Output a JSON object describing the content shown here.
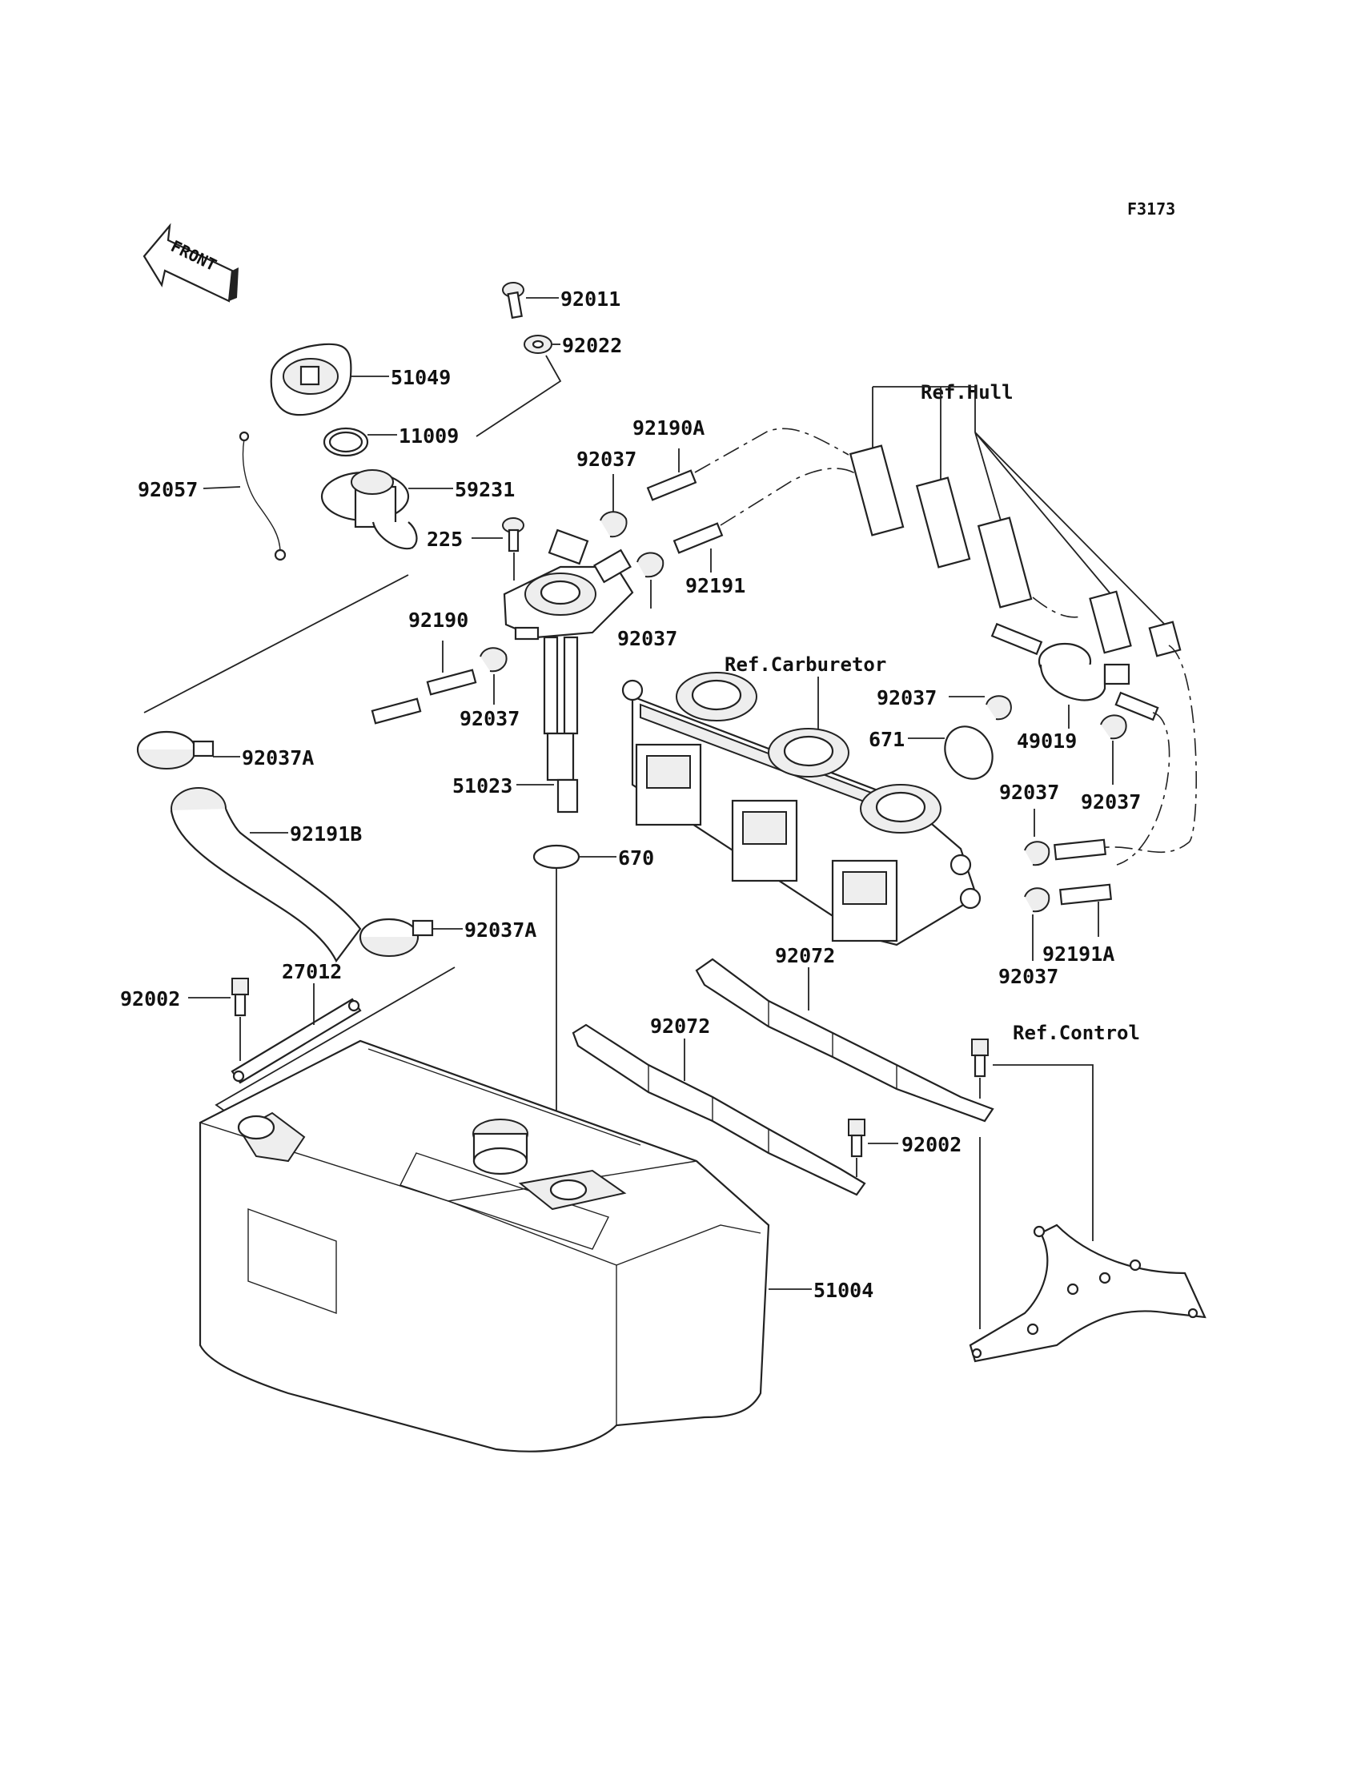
{
  "figure_id": "F3173",
  "front_label": "FRONT",
  "refs": {
    "hull": "Ref.Hull",
    "carburetor": "Ref.Carburetor",
    "control": "Ref.Control"
  },
  "parts": {
    "p92011": "92011",
    "p92022": "92022",
    "p51049": "51049",
    "p11009": "11009",
    "p59231": "59231",
    "p92057": "92057",
    "p225": "225",
    "p92190A": "92190A",
    "p92037_a": "92037",
    "p92191": "92191",
    "p92037_b": "92037",
    "p92190": "92190",
    "p92037_c": "92037",
    "p92037A_top": "92037A",
    "p51023": "51023",
    "p92191B": "92191B",
    "p670": "670",
    "p92037A_bot": "92037A",
    "p92002_left": "92002",
    "p27012": "27012",
    "p92037_d": "92037",
    "p671": "671",
    "p49019": "49019",
    "p92037_e": "92037",
    "p92037_f": "92037",
    "p92191A": "92191A",
    "p92037_g": "92037",
    "p92072_top": "92072",
    "p92072_bot": "92072",
    "p92002_right": "92002",
    "p51004": "51004"
  }
}
